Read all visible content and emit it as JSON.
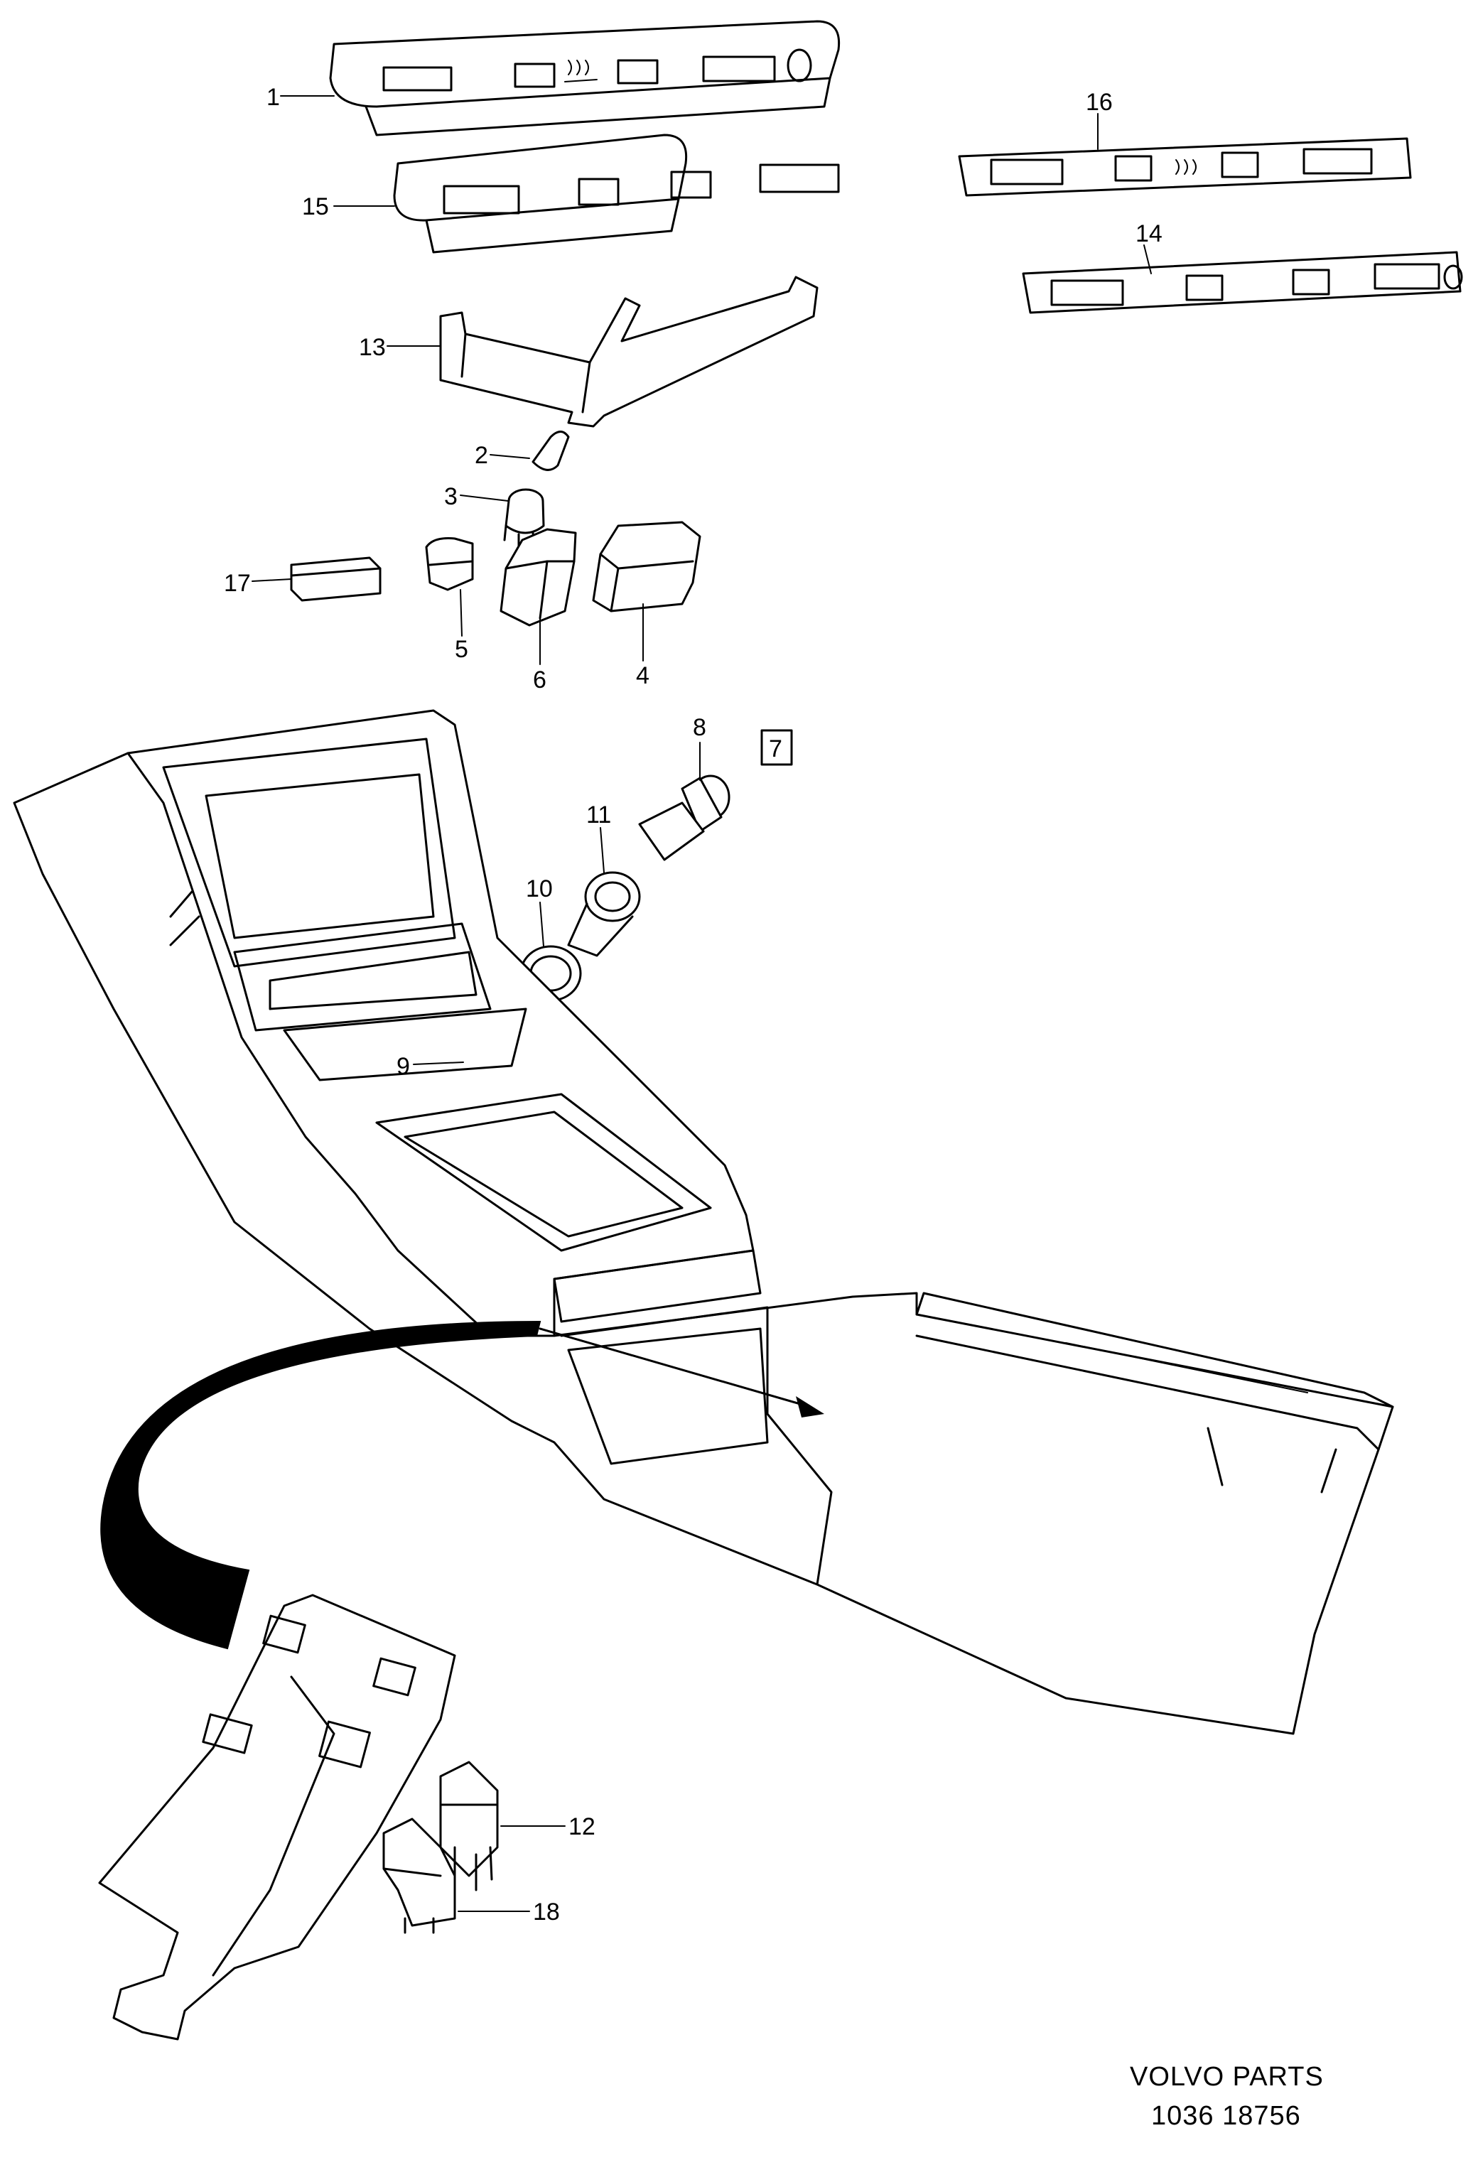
{
  "callouts": {
    "c1": "1",
    "c2": "2",
    "c3": "3",
    "c4": "4",
    "c5": "5",
    "c6": "6",
    "c7": "7",
    "c8": "8",
    "c9": "9",
    "c10": "10",
    "c11": "11",
    "c12": "12",
    "c13": "13",
    "c14": "14",
    "c15": "15",
    "c16": "16",
    "c17": "17",
    "c18": "18"
  },
  "footer": {
    "brand": "VOLVO PARTS",
    "number": "1036 18756"
  }
}
